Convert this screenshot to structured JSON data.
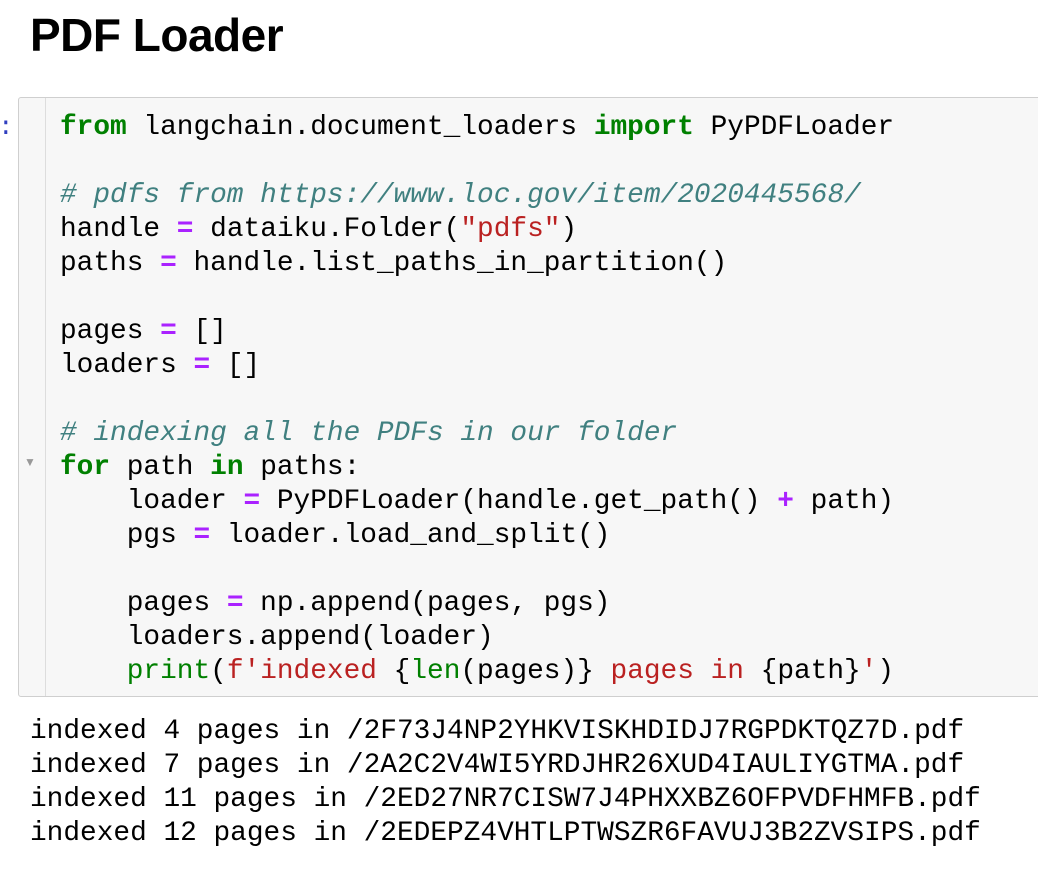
{
  "title": "PDF Loader",
  "cell": {
    "prompt": ":",
    "fold_icon": "triangle-down",
    "lines": [
      [
        {
          "t": "from",
          "c": "kw"
        },
        {
          "t": " langchain.document_loaders "
        },
        {
          "t": "import",
          "c": "kw"
        },
        {
          "t": " PyPDFLoader"
        }
      ],
      [],
      [
        {
          "t": "# pdfs from https://www.loc.gov/item/2020445568/",
          "c": "cm"
        }
      ],
      [
        {
          "t": "handle "
        },
        {
          "t": "=",
          "c": "op"
        },
        {
          "t": " dataiku.Folder("
        },
        {
          "t": "\"pdfs\"",
          "c": "str"
        },
        {
          "t": ")"
        }
      ],
      [
        {
          "t": "paths "
        },
        {
          "t": "=",
          "c": "op"
        },
        {
          "t": " handle.list_paths_in_partition()"
        }
      ],
      [],
      [
        {
          "t": "pages "
        },
        {
          "t": "=",
          "c": "op"
        },
        {
          "t": " []"
        }
      ],
      [
        {
          "t": "loaders "
        },
        {
          "t": "=",
          "c": "op"
        },
        {
          "t": " []"
        }
      ],
      [],
      [
        {
          "t": "# indexing all the PDFs in our folder",
          "c": "cm"
        }
      ],
      [
        {
          "t": "for",
          "c": "kw"
        },
        {
          "t": " path "
        },
        {
          "t": "in",
          "c": "kw"
        },
        {
          "t": " paths:"
        }
      ],
      [
        {
          "t": "    loader "
        },
        {
          "t": "=",
          "c": "op"
        },
        {
          "t": " PyPDFLoader(handle.get_path() "
        },
        {
          "t": "+",
          "c": "op"
        },
        {
          "t": " path)"
        }
      ],
      [
        {
          "t": "    pgs "
        },
        {
          "t": "=",
          "c": "op"
        },
        {
          "t": " loader.load_and_split()"
        }
      ],
      [],
      [
        {
          "t": "    pages "
        },
        {
          "t": "=",
          "c": "op"
        },
        {
          "t": " np.append(pages, pgs)"
        }
      ],
      [
        {
          "t": "    loaders.append(loader)"
        }
      ],
      [
        {
          "t": "    "
        },
        {
          "t": "print",
          "c": "bi"
        },
        {
          "t": "("
        },
        {
          "t": "f'indexed ",
          "c": "str"
        },
        {
          "t": "{"
        },
        {
          "t": "len",
          "c": "bi"
        },
        {
          "t": "(pages)}"
        },
        {
          "t": " pages in ",
          "c": "str"
        },
        {
          "t": "{path}"
        },
        {
          "t": "'",
          "c": "str"
        },
        {
          "t": ")"
        }
      ]
    ]
  },
  "output": [
    "indexed 4 pages in /2F73J4NP2YHKVISKHDIDJ7RGPDKTQZ7D.pdf",
    "indexed 7 pages in /2A2C2V4WI5YRDJHR26XUD4IAULIYGTMA.pdf",
    "indexed 11 pages in /2ED27NR7CISW7J4PHXXBZ6OFPVDFHMFB.pdf",
    "indexed 12 pages in /2EDEPZ4VHTLPTWSZR6FAVUJ3B2ZVSIPS.pdf"
  ]
}
